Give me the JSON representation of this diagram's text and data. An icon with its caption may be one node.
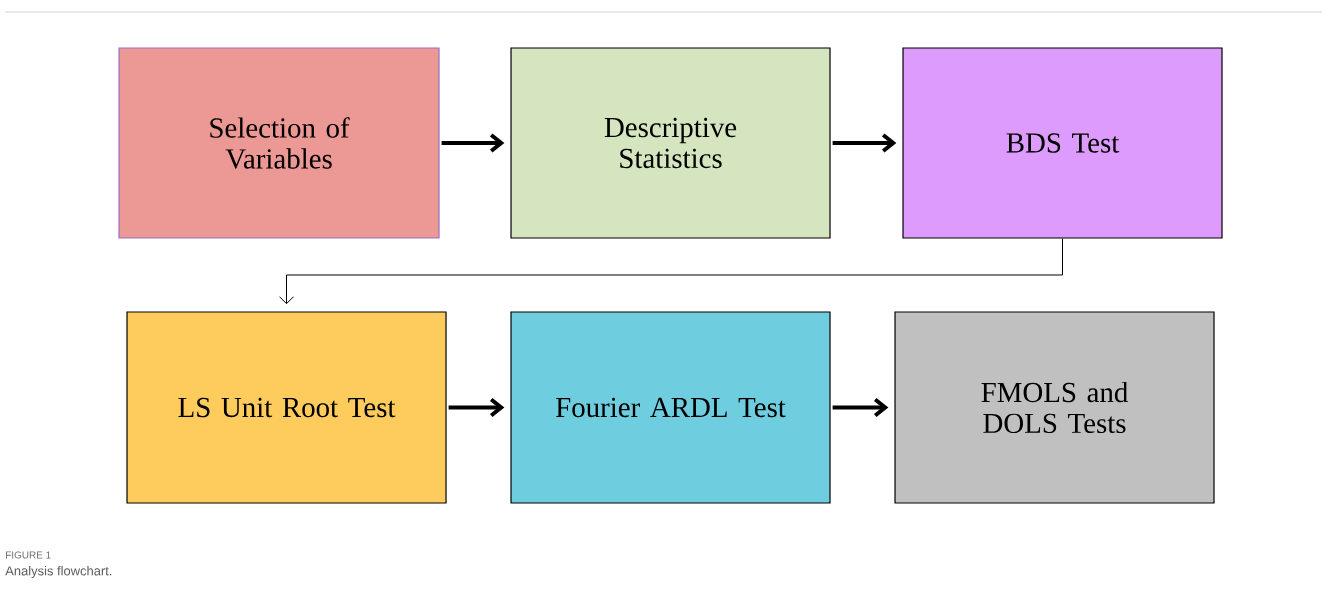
{
  "diagram": {
    "caption": "Analysis flowchart.",
    "nodes": [
      {
        "text": [
          "Selection of Variables"
        ]
      },
      {
        "text": [
          "Descriptive Statistics"
        ]
      },
      {
        "text": [
          "BDS Test"
        ]
      },
      {
        "text": [
          "LS Unit Root Test"
        ]
      },
      {
        "text": [
          "Fourier  ARDL Test"
        ]
      },
      {
        "text": [
          "FMOLS and DOLS Tests"
        ]
      }
    ],
    "edges": [
      {
        "from": 0,
        "to": 1,
        "arrow": "to"
      },
      {
        "from": 1,
        "to": 2,
        "arrow": "to"
      },
      {
        "from": 2,
        "to": 3,
        "arrow": "to"
      },
      {
        "from": 3,
        "to": 4,
        "arrow": "to"
      },
      {
        "from": 4,
        "to": 5,
        "arrow": "to"
      }
    ],
    "labels": [
      "FIGURE 1"
    ]
  }
}
